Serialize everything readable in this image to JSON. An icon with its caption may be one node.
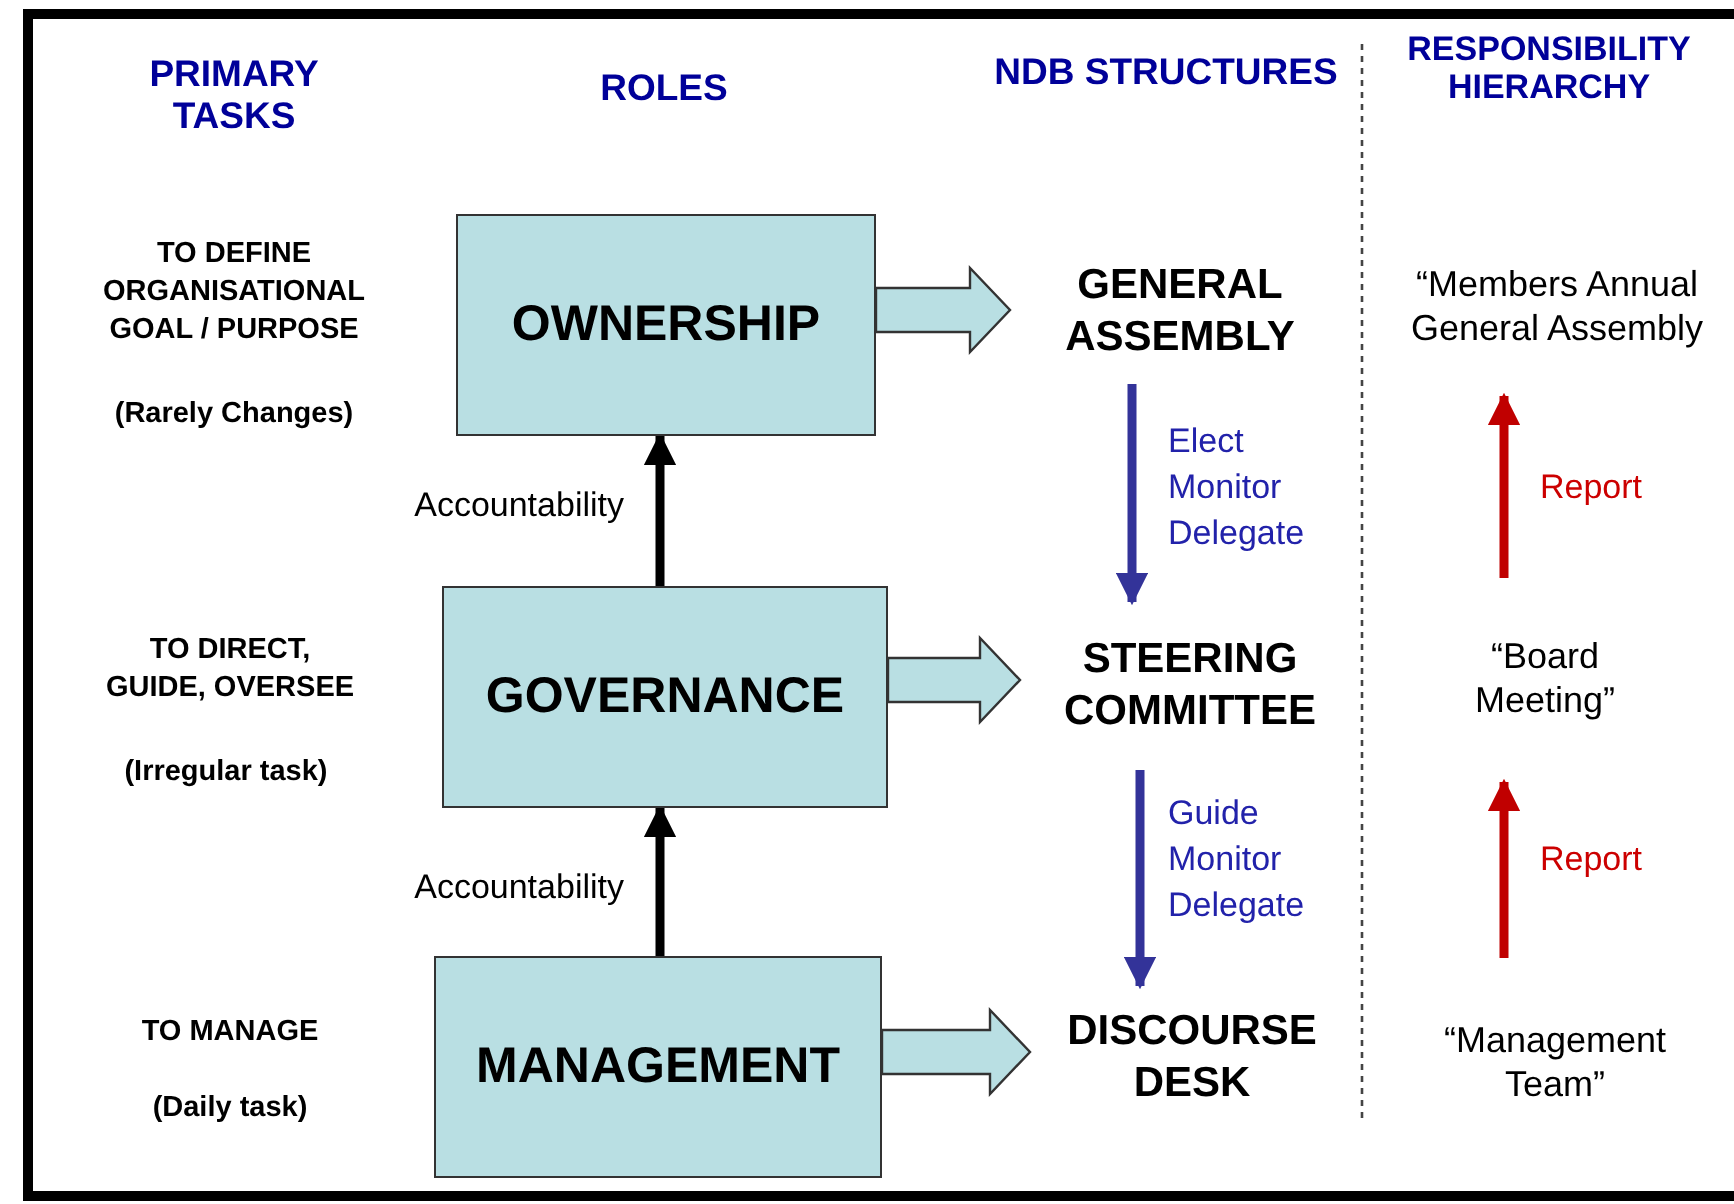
{
  "diagram": {
    "nodes": [
      {
        "text": [
          "OWNERSHIP"
        ]
      },
      {
        "text": [
          "GOVERNANCE"
        ]
      },
      {
        "text": [
          "MANAGEMENT"
        ]
      },
      {
        "text": [
          "GENERAL ASSEMBLY"
        ]
      },
      {
        "text": [
          "STEERING COMMITTEE"
        ]
      },
      {
        "text": [
          "DISCOURSE DESK"
        ]
      },
      {
        "text": [
          "“Members Annual General Assembly"
        ]
      },
      {
        "text": [
          "“Board Meeting”"
        ]
      },
      {
        "text": [
          "“Management Team”"
        ]
      }
    ],
    "edges": [
      {
        "from": 2,
        "to": 1,
        "arrow": "to",
        "label": "Accountability"
      },
      {
        "from": 1,
        "to": 0,
        "arrow": "to",
        "label": "Accountability"
      },
      {
        "from": 0,
        "to": 3,
        "arrow": "to",
        "style": "thick"
      },
      {
        "from": 1,
        "to": 4,
        "arrow": "to",
        "style": "thick"
      },
      {
        "from": 2,
        "to": 5,
        "arrow": "to",
        "style": "thick"
      },
      {
        "from": 3,
        "to": 4,
        "arrow": "to",
        "label": "Elect Monitor Delegate",
        "color": "#333399"
      },
      {
        "from": 4,
        "to": 5,
        "arrow": "to",
        "label": "Guide Monitor Delegate",
        "color": "#333399"
      },
      {
        "from": 7,
        "to": 6,
        "arrow": "to",
        "label": "Report",
        "color": "#c00000"
      },
      {
        "from": 8,
        "to": 7,
        "arrow": "to",
        "label": "Report",
        "color": "#c00000"
      }
    ],
    "labels": [
      "PRIMARY TASKS",
      "ROLES",
      "NDB STRUCTURES",
      "RESPONSIBILITY HIERARCHY",
      "TO DEFINE ORGANISATIONAL GOAL / PURPOSE",
      "(Rarely Changes)",
      "TO DIRECT, GUIDE, OVERSEE",
      "(Irregular task)",
      "TO MANAGE",
      "(Daily task)"
    ]
  }
}
